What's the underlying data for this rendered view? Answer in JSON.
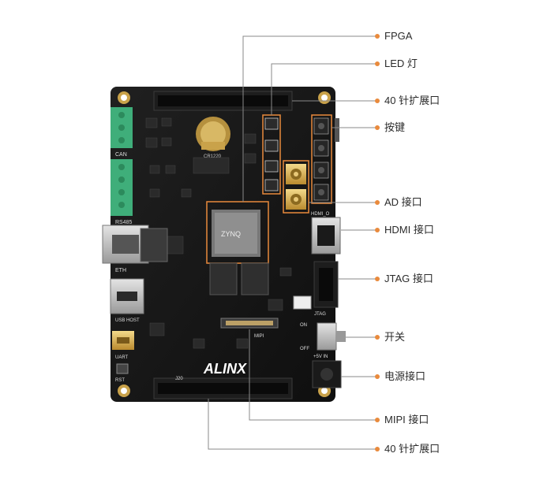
{
  "board": {
    "brand": "ALINX",
    "silk": {
      "can": "CAN",
      "rs485": "RS485",
      "eth": "ETH",
      "usb_host": "USB HOST",
      "uart": "UART",
      "rst": "RST",
      "hdmi_o": "HDMI_O",
      "jtag": "JTAG",
      "on": "ON",
      "off": "OFF",
      "dc_in": "+5V IN",
      "mipi": "MIPI",
      "cr1220": "CR1220",
      "j20": "J20",
      "chip": "ZYNQ"
    }
  },
  "labels": {
    "fpga": "FPGA",
    "led": "LED 灯",
    "header_top": "40 针扩展口",
    "keys": "按键",
    "ad": "AD 接口",
    "hdmi": "HDMI 接口",
    "jtag": "JTAG 接口",
    "switch": "开关",
    "power": "电源接口",
    "mipi": "MIPI 接口",
    "header_bottom": "40 针扩展口"
  },
  "colors": {
    "pcb": "#161616",
    "gold": "#c9a24a",
    "callout": "#e98a3c",
    "leader": "#8a8a8a",
    "terminal": "#3fae7a"
  }
}
